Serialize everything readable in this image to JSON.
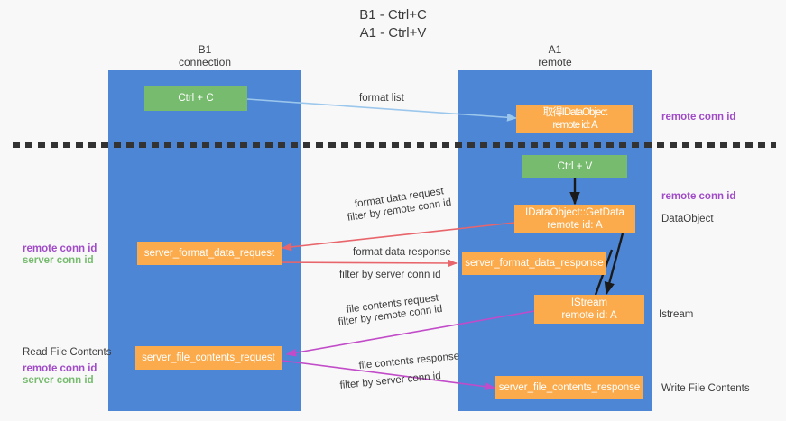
{
  "title": {
    "line1": "B1 - Ctrl+C",
    "line2": "A1 - Ctrl+V"
  },
  "columns": [
    {
      "name": "B1",
      "role": "connection"
    },
    {
      "name": "A1",
      "role": "remote"
    }
  ],
  "colors": {
    "lane": "#4e86d6",
    "green_box": "#76bb6e",
    "orange_box": "#fbab4c",
    "purple_text": "#a14bc8",
    "green_text": "#76bb6e",
    "red_arrow": "#e8656b",
    "magenta_arrow": "#c14bc8",
    "blue_arrow": "#9cc7ec",
    "black_arrow": "#1a1a1a",
    "background": "#f8f8f8",
    "body_text": "#3c3c3c"
  },
  "nodes": {
    "ctrl_c": {
      "line1": "Ctrl + C",
      "line2": ""
    },
    "idataobject_remote": {
      "line1": "取得IDataObject",
      "line2": "remote id: A"
    },
    "ctrl_v": {
      "line1": "Ctrl + V",
      "line2": ""
    },
    "getdata": {
      "line1": "IDataObject::GetData",
      "line2": "remote id: A"
    },
    "server_format_data_request": {
      "line1": "server_format_data_request",
      "line2": ""
    },
    "server_format_data_response": {
      "line1": "server_format_data_response",
      "line2": ""
    },
    "istream": {
      "line1": "IStream",
      "line2": "remote id: A"
    },
    "server_file_contents_request": {
      "line1": "server_file_contents_request",
      "line2": ""
    },
    "server_file_contents_response": {
      "line1": "server_file_contents_response",
      "line2": ""
    }
  },
  "edge_labels": {
    "format_list": "format list",
    "format_data_request": "format data request",
    "format_data_request_filter_prefix": "filter by ",
    "format_data_request_filter_value": "remote conn id",
    "format_data_response": "format data response",
    "format_data_response_filter_prefix": "filter by ",
    "format_data_response_filter_value": "server conn id",
    "file_contents_request": "file contents request",
    "file_contents_request_filter_prefix": "filter by ",
    "file_contents_request_filter_value": "remote conn id",
    "file_contents_response": "file contents response",
    "file_contents_response_filter_prefix": "filter by ",
    "file_contents_response_filter_value": "server conn id"
  },
  "margin_labels": {
    "left_format_remote": "remote conn id",
    "left_format_server": "server conn id",
    "left_read_file_contents": "Read File Contents",
    "left_file_remote": "remote conn id",
    "left_file_server": "server conn id",
    "right_top_remote": "remote conn id",
    "right_getdata_remote": "remote conn id",
    "right_dataobject": "DataObject",
    "right_istream": "Istream",
    "right_write_file_contents": "Write File Contents"
  }
}
